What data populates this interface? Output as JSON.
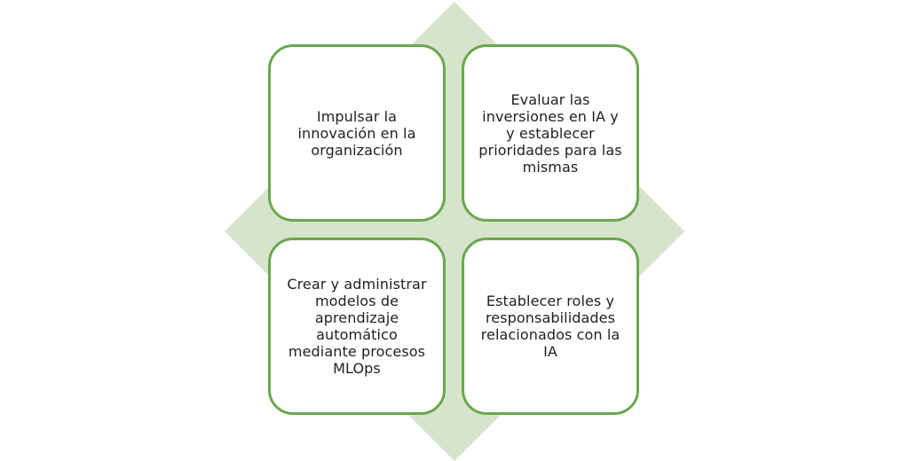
{
  "colors": {
    "card_border": "#6aa84f",
    "diamond_fill": "#d5e4cb",
    "text": "#222222",
    "background": "#ffffff"
  },
  "cards": {
    "top_left": "Impulsar la innovación en la organización",
    "top_right": "Evaluar las inversiones en IA y y establecer prioridades para las mismas",
    "bottom_left": "Crear y administrar modelos de aprendizaje automático mediante procesos MLOps",
    "bottom_right": "Establecer roles y responsabilidades relacionados con la IA"
  }
}
